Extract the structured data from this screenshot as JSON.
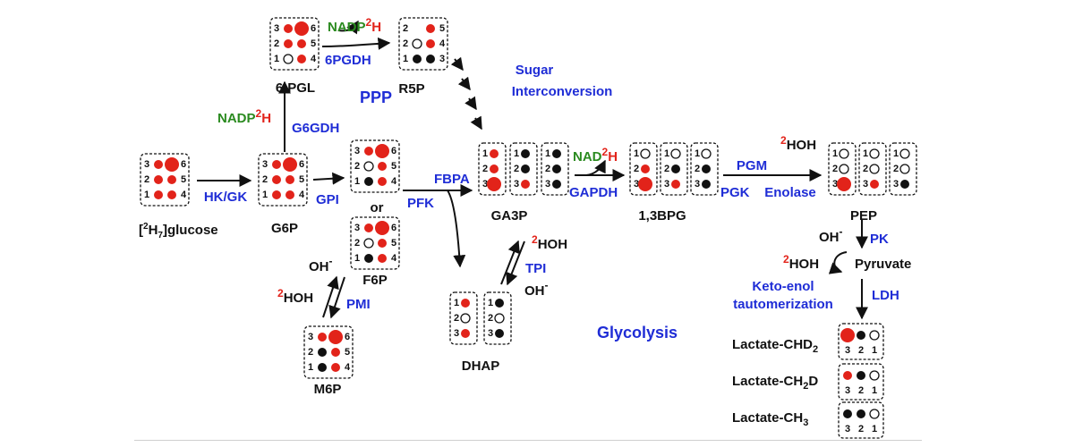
{
  "colors": {
    "enzyme": "#1f2dd6",
    "cofactor": "#2a8a1f",
    "deuterium": "#e2231a",
    "label_red": "#e2231a",
    "black": "#111111",
    "title": "#1f2dd6"
  },
  "titles": {
    "ppp": "PPP",
    "sugar1": "Sugar",
    "sugar2": "Interconversion",
    "glycolysis": "Glycolysis"
  },
  "metabolites": {
    "glucose_pre": "[",
    "glucose_sup": "2",
    "glucose_mid": "H",
    "glucose_sub": "7",
    "glucose_post": "]glucose",
    "g6p": "G6P",
    "pgl": "6-PGL",
    "r5p": "R5P",
    "f6p": "F6P",
    "or": "or",
    "m6p": "M6P",
    "ga3p": "GA3P",
    "dhap": "DHAP",
    "bpg": "1,3BPG",
    "pep": "PEP",
    "pyruvate": "Pyruvate",
    "lac1_main": "Lactate-CHD",
    "lac1_sub": "2",
    "lac2_main": "Lactate-CH",
    "lac2_sub": "2",
    "lac2_end": "D",
    "lac3_main": "Lactate-CH",
    "lac3_sub": "3"
  },
  "enzymes": {
    "hkgk": "HK/GK",
    "g6gdh": "G6GDH",
    "pgdh": "6PGDH",
    "gpi": "GPI",
    "pmi": "PMI",
    "pfk": "PFK",
    "fbpa": "FBPA",
    "tpi": "TPI",
    "gapdh": "GAPDH",
    "pgk": "PGK",
    "pgm": "PGM",
    "enolase": "Enolase",
    "pk": "PK",
    "ldh": "LDH",
    "keto1": "Keto-enol",
    "keto2": "tautomerization"
  },
  "cofactors": {
    "nadp_a": "NADP",
    "nadp_b": "NADP",
    "nad": "NAD",
    "h_sup": "2",
    "h": "H",
    "hoh_sup": "2",
    "hoh": "HOH",
    "oh": "OH",
    "oh_sup": "-"
  },
  "carbon_numbers": {
    "n1": "1",
    "n2": "2",
    "n3": "3",
    "n4": "4",
    "n5": "5",
    "n6": "6"
  }
}
